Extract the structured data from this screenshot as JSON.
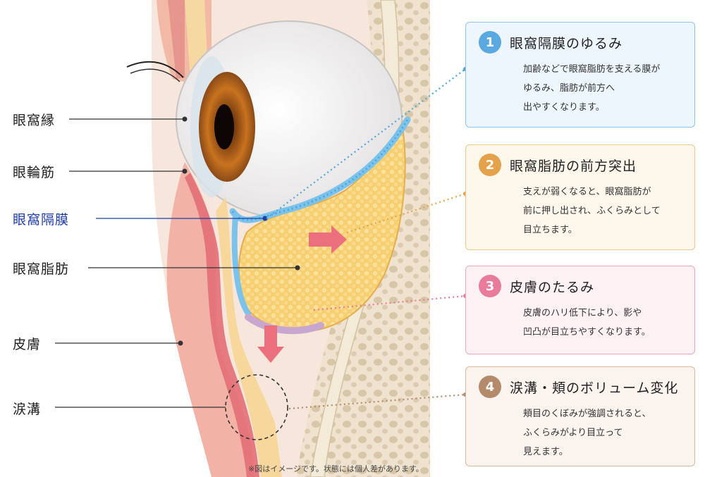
{
  "labels": [
    {
      "key": "orbital_rim",
      "text": "眼窩縁",
      "color": "#222222"
    },
    {
      "key": "orbicularis",
      "text": "眼輪筋",
      "color": "#222222"
    },
    {
      "key": "septum",
      "text": "眼窩隔膜",
      "color": "#1f3fa8"
    },
    {
      "key": "fat",
      "text": "眼窩脂肪",
      "color": "#222222"
    },
    {
      "key": "skin",
      "text": "皮膚",
      "color": "#222222"
    },
    {
      "key": "tear_trough",
      "text": "涙溝",
      "color": "#222222"
    }
  ],
  "cards": [
    {
      "number": "1",
      "title": "眼窩隔膜のゆるみ",
      "desc": "加齢などで眼窩脂肪を支える膜が\nゆるみ、脂肪が前方へ\n出やすくなります。",
      "accent": "#5aa9e0",
      "bg": "#eef6fd",
      "border": "#8ec4ec"
    },
    {
      "number": "2",
      "title": "眼窩脂肪の前方突出",
      "desc": "支えが弱くなると、眼窩脂肪が\n前に押し出され、ふくらみとして\n目立ちます。",
      "accent": "#e4a24a",
      "bg": "#fdf7ec",
      "border": "#eec58a"
    },
    {
      "number": "3",
      "title": "皮膚のたるみ",
      "desc": "皮膚のハリ低下により、影や\n凹凸が目立ちやすくなります。",
      "accent": "#e87a9a",
      "bg": "#fdf1f4",
      "border": "#f0a6bd"
    },
    {
      "number": "4",
      "title": "涙溝・頬のボリューム変化",
      "desc": "頬目のくぼみが強調されると、\nふくらみがより目立って\n見えます。",
      "accent": "#b58a6a",
      "bg": "#faf3ee",
      "border": "#d9b9a0"
    }
  ],
  "note": "※図はイメージです。状態には個人差があります。"
}
